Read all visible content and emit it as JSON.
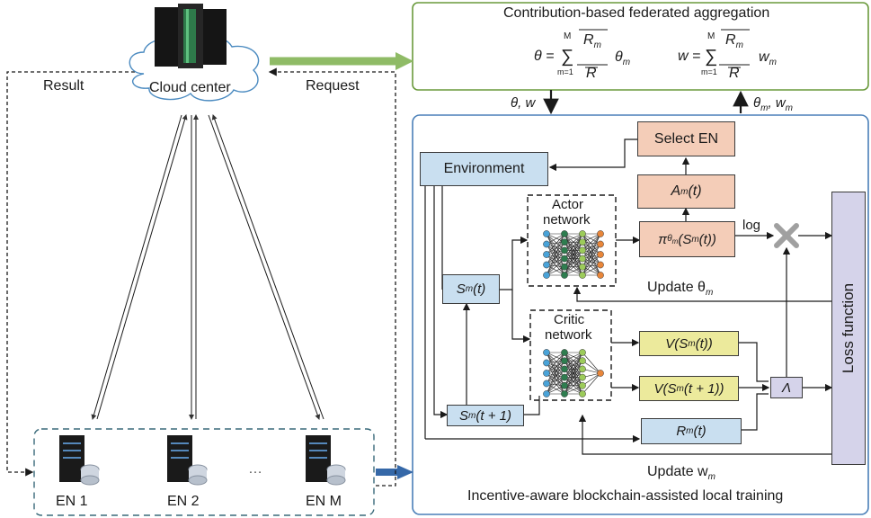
{
  "top_panel": {
    "title": "Contribution-based federated aggregation",
    "theta_lhs": "θ =",
    "w_lhs": "w =",
    "sum_upper": "M",
    "sum_lower": "m=1",
    "frac_num": "R",
    "frac_num_sub": "m",
    "frac_den": "R",
    "theta_term": "θ",
    "theta_term_sub": "m",
    "w_term": "w",
    "w_term_sub": "m"
  },
  "cloud": {
    "label": "Cloud center"
  },
  "arrows": {
    "result": "Result",
    "request": "Request",
    "down_params": "θ, w",
    "up_params_theta": "θ",
    "up_params_w": "w",
    "up_sub": "m"
  },
  "ens": {
    "items": [
      "EN 1",
      "EN 2",
      "EN M"
    ],
    "ellipsis": "…"
  },
  "bottom_panel": {
    "title": "Incentive-aware blockchain-assisted local training",
    "environment": "Environment",
    "select_en": "Select EN",
    "actor_label_1": "Actor",
    "actor_label_2": "network",
    "critic_label_1": "Critic",
    "critic_label_2": "network",
    "a_m_t": "A",
    "pi_label": "π",
    "s_m_t": "S",
    "s_m_t1": "S",
    "v_s_t": "V(S",
    "v_s_t1": "V(S",
    "r_m_t": "R",
    "lambda": "Λ",
    "loss": "Loss function",
    "log": "log",
    "update_theta": "Update θ",
    "update_w": "Update w",
    "sub_m": "m"
  },
  "colors": {
    "green_border": "#6a9a3c",
    "blue_border": "#4a7fb8",
    "env_fill": "#c9dff0",
    "orange_fill": "#f4cdb8",
    "yellow_fill": "#ecea9c",
    "lav_fill": "#d5d3ea"
  }
}
